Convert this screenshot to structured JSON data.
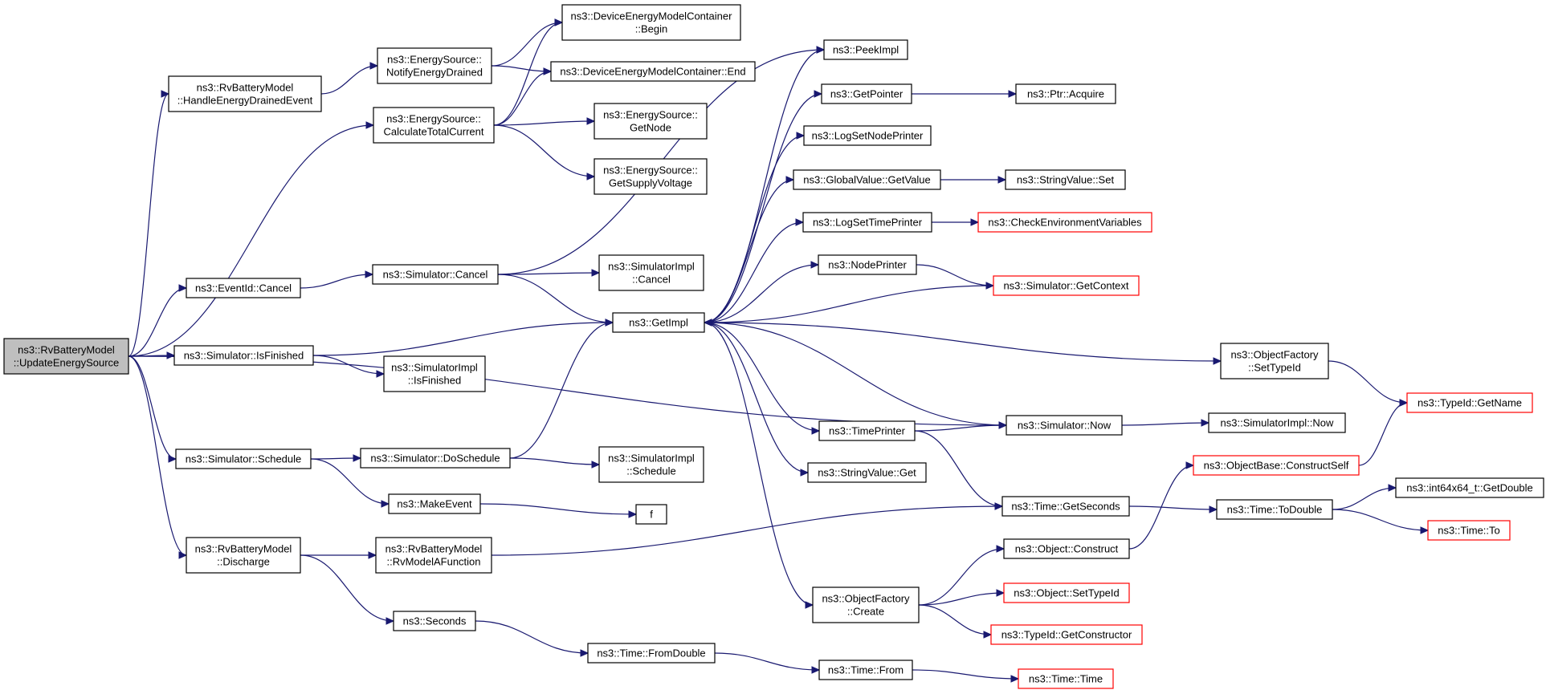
{
  "colors": {
    "edge": "#191970",
    "truncated_border": "#ff0000",
    "root_fill": "#bfbfbf",
    "node_border": "#000000"
  },
  "nodes": {
    "root": {
      "lines": [
        "ns3::RvBatteryModel",
        "::UpdateEnergySource"
      ]
    },
    "heDrained": {
      "lines": [
        "ns3::RvBatteryModel",
        "::HandleEnergyDrainedEvent"
      ]
    },
    "notifyED": {
      "lines": [
        "ns3::EnergySource::",
        "NotifyEnergyDrained"
      ]
    },
    "calcTotal": {
      "lines": [
        "ns3::EnergySource::",
        "CalculateTotalCurrent"
      ]
    },
    "demcBegin": {
      "lines": [
        "ns3::DeviceEnergyModelContainer",
        "::Begin"
      ]
    },
    "demcEnd": {
      "lines": [
        "ns3::DeviceEnergyModelContainer::End"
      ]
    },
    "esGetNode": {
      "lines": [
        "ns3::EnergySource::",
        "GetNode"
      ]
    },
    "esGetSupply": {
      "lines": [
        "ns3::EnergySource::",
        "GetSupplyVoltage"
      ]
    },
    "evCancel": {
      "lines": [
        "ns3::EventId::Cancel"
      ]
    },
    "simCancel": {
      "lines": [
        "ns3::Simulator::Cancel"
      ]
    },
    "siCancel": {
      "lines": [
        "ns3::SimulatorImpl",
        "::Cancel"
      ]
    },
    "simIsFin": {
      "lines": [
        "ns3::Simulator::IsFinished"
      ]
    },
    "siIsFin": {
      "lines": [
        "ns3::SimulatorImpl",
        "::IsFinished"
      ]
    },
    "simSched": {
      "lines": [
        "ns3::Simulator::Schedule"
      ]
    },
    "simDoSched": {
      "lines": [
        "ns3::Simulator::DoSchedule"
      ]
    },
    "siSched": {
      "lines": [
        "ns3::SimulatorImpl",
        "::Schedule"
      ]
    },
    "makeEvent": {
      "lines": [
        "ns3::MakeEvent"
      ]
    },
    "f": {
      "lines": [
        "f"
      ]
    },
    "rvDischarge": {
      "lines": [
        "ns3::RvBatteryModel",
        "::Discharge"
      ]
    },
    "rvModelA": {
      "lines": [
        "ns3::RvBatteryModel",
        "::RvModelAFunction"
      ]
    },
    "seconds": {
      "lines": [
        "ns3::Seconds"
      ]
    },
    "timeFromDbl": {
      "lines": [
        "ns3::Time::FromDouble"
      ]
    },
    "timeFrom": {
      "lines": [
        "ns3::Time::From"
      ]
    },
    "timeTime": {
      "lines": [
        "ns3::Time::Time"
      ]
    },
    "getImpl": {
      "lines": [
        "ns3::GetImpl"
      ]
    },
    "peekImpl": {
      "lines": [
        "ns3::PeekImpl"
      ]
    },
    "getPointer": {
      "lines": [
        "ns3::GetPointer"
      ]
    },
    "ptrAcquire": {
      "lines": [
        "ns3::Ptr::Acquire"
      ]
    },
    "logNodePr": {
      "lines": [
        "ns3::LogSetNodePrinter"
      ]
    },
    "gvGetValue": {
      "lines": [
        "ns3::GlobalValue::GetValue"
      ]
    },
    "svSet": {
      "lines": [
        "ns3::StringValue::Set"
      ]
    },
    "logTimePr": {
      "lines": [
        "ns3::LogSetTimePrinter"
      ]
    },
    "checkEnv": {
      "lines": [
        "ns3::CheckEnvironmentVariables"
      ]
    },
    "nodePrinter": {
      "lines": [
        "ns3::NodePrinter"
      ]
    },
    "simGetCtx": {
      "lines": [
        "ns3::Simulator::GetContext"
      ]
    },
    "ofSetTypeId": {
      "lines": [
        "ns3::ObjectFactory",
        "::SetTypeId"
      ]
    },
    "tidGetName": {
      "lines": [
        "ns3::TypeId::GetName"
      ]
    },
    "timePrinter": {
      "lines": [
        "ns3::TimePrinter"
      ]
    },
    "simNow": {
      "lines": [
        "ns3::Simulator::Now"
      ]
    },
    "siNow": {
      "lines": [
        "ns3::SimulatorImpl::Now"
      ]
    },
    "svGet": {
      "lines": [
        "ns3::StringValue::Get"
      ]
    },
    "obConstruct": {
      "lines": [
        "ns3::ObjectBase::ConstructSelf"
      ]
    },
    "timeGetSec": {
      "lines": [
        "ns3::Time::GetSeconds"
      ]
    },
    "timeToDbl": {
      "lines": [
        "ns3::Time::ToDouble"
      ]
    },
    "i64GetDbl": {
      "lines": [
        "ns3::int64x64_t::GetDouble"
      ]
    },
    "timeTo": {
      "lines": [
        "ns3::Time::To"
      ]
    },
    "objConstruct": {
      "lines": [
        "ns3::Object::Construct"
      ]
    },
    "ofCreate": {
      "lines": [
        "ns3::ObjectFactory",
        "::Create"
      ]
    },
    "objSetTypeId": {
      "lines": [
        "ns3::Object::SetTypeId"
      ]
    },
    "tidGetCtor": {
      "lines": [
        "ns3::TypeId::GetConstructor"
      ]
    }
  }
}
